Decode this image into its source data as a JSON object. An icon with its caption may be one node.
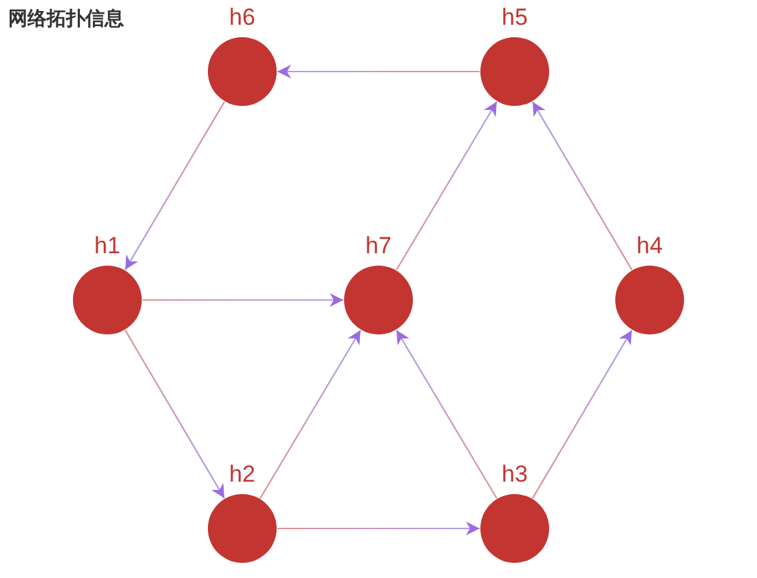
{
  "diagram": {
    "title": "网络拓扑信息",
    "nodes": [
      {
        "text": [
          "h6"
        ]
      },
      {
        "text": [
          "h5"
        ]
      },
      {
        "text": [
          "h1"
        ]
      },
      {
        "text": [
          "h7"
        ]
      },
      {
        "text": [
          "h4"
        ]
      },
      {
        "text": [
          "h2"
        ]
      },
      {
        "text": [
          "h3"
        ]
      }
    ],
    "edges": [
      {
        "from": 1,
        "to": 0,
        "arrow": "to"
      },
      {
        "from": 0,
        "to": 2,
        "arrow": "to"
      },
      {
        "from": 2,
        "to": 3,
        "arrow": "to"
      },
      {
        "from": 2,
        "to": 5,
        "arrow": "to"
      },
      {
        "from": 5,
        "to": 3,
        "arrow": "to"
      },
      {
        "from": 5,
        "to": 6,
        "arrow": "to"
      },
      {
        "from": 6,
        "to": 3,
        "arrow": "to"
      },
      {
        "from": 6,
        "to": 4,
        "arrow": "to"
      },
      {
        "from": 4,
        "to": 1,
        "arrow": "to"
      },
      {
        "from": 3,
        "to": 1,
        "arrow": "to"
      }
    ]
  }
}
